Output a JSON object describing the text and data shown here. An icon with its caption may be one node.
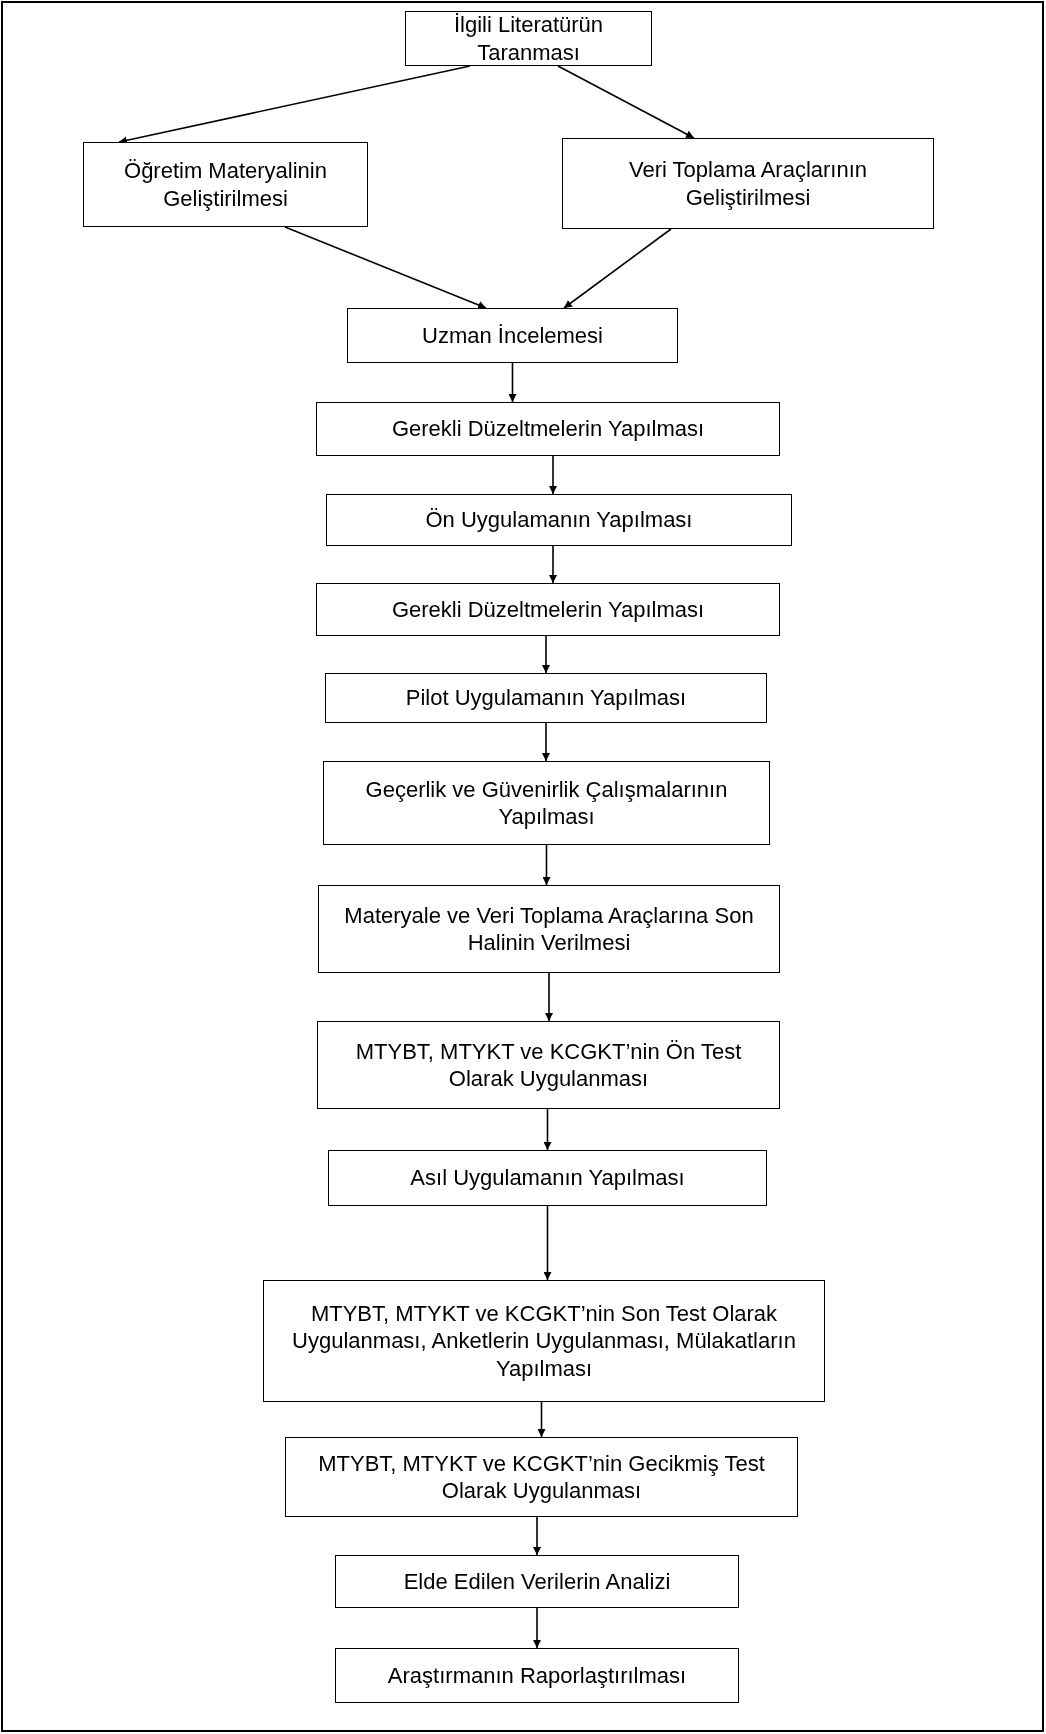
{
  "diagram": {
    "nodes": [
      {
        "text": [
          "İlgili Literatürün Taranması"
        ]
      },
      {
        "text": [
          "Öğretim Materyalinin Geliştirilmesi"
        ]
      },
      {
        "text": [
          "Veri Toplama Araçlarının Geliştirilmesi"
        ]
      },
      {
        "text": [
          "Uzman İncelemesi"
        ]
      },
      {
        "text": [
          "Gerekli Düzeltmelerin Yapılması"
        ]
      },
      {
        "text": [
          "Ön Uygulamanın Yapılması"
        ]
      },
      {
        "text": [
          "Gerekli Düzeltmelerin Yapılması"
        ]
      },
      {
        "text": [
          "Pilot Uygulamanın Yapılması"
        ]
      },
      {
        "text": [
          "Geçerlik ve Güvenirlik Çalışmalarının Yapılması"
        ]
      },
      {
        "text": [
          "Materyale ve Veri Toplama Araçlarına Son Halinin Verilmesi"
        ]
      },
      {
        "text": [
          "MTYBT, MTYKT ve KCGKT’nin Ön Test Olarak Uygulanması"
        ]
      },
      {
        "text": [
          "Asıl Uygulamanın Yapılması"
        ]
      },
      {
        "text": [
          "MTYBT, MTYKT ve KCGKT’nin Son Test Olarak Uygulanması, Anketlerin Uygulanması, Mülakatların Yapılması"
        ]
      },
      {
        "text": [
          "MTYBT, MTYKT ve KCGKT’nin Gecikmiş Test Olarak Uygulanması"
        ]
      },
      {
        "text": [
          "Elde Edilen Verilerin Analizi"
        ]
      },
      {
        "text": [
          "Araştırmanın Raporlaştırılması"
        ]
      }
    ],
    "edges": [
      {
        "from": 0,
        "to": 1,
        "arrow": "to"
      },
      {
        "from": 0,
        "to": 2,
        "arrow": "to"
      },
      {
        "from": 1,
        "to": 3,
        "arrow": "to"
      },
      {
        "from": 2,
        "to": 3,
        "arrow": "to"
      },
      {
        "from": 3,
        "to": 4,
        "arrow": "to"
      },
      {
        "from": 4,
        "to": 5,
        "arrow": "to"
      },
      {
        "from": 5,
        "to": 6,
        "arrow": "to"
      },
      {
        "from": 6,
        "to": 7,
        "arrow": "to"
      },
      {
        "from": 7,
        "to": 8,
        "arrow": "to"
      },
      {
        "from": 8,
        "to": 9,
        "arrow": "to"
      },
      {
        "from": 9,
        "to": 10,
        "arrow": "to"
      },
      {
        "from": 10,
        "to": 11,
        "arrow": "to"
      },
      {
        "from": 11,
        "to": 12,
        "arrow": "to"
      },
      {
        "from": 12,
        "to": 13,
        "arrow": "to"
      },
      {
        "from": 13,
        "to": 14,
        "arrow": "to"
      },
      {
        "from": 14,
        "to": 15,
        "arrow": "to"
      }
    ]
  }
}
